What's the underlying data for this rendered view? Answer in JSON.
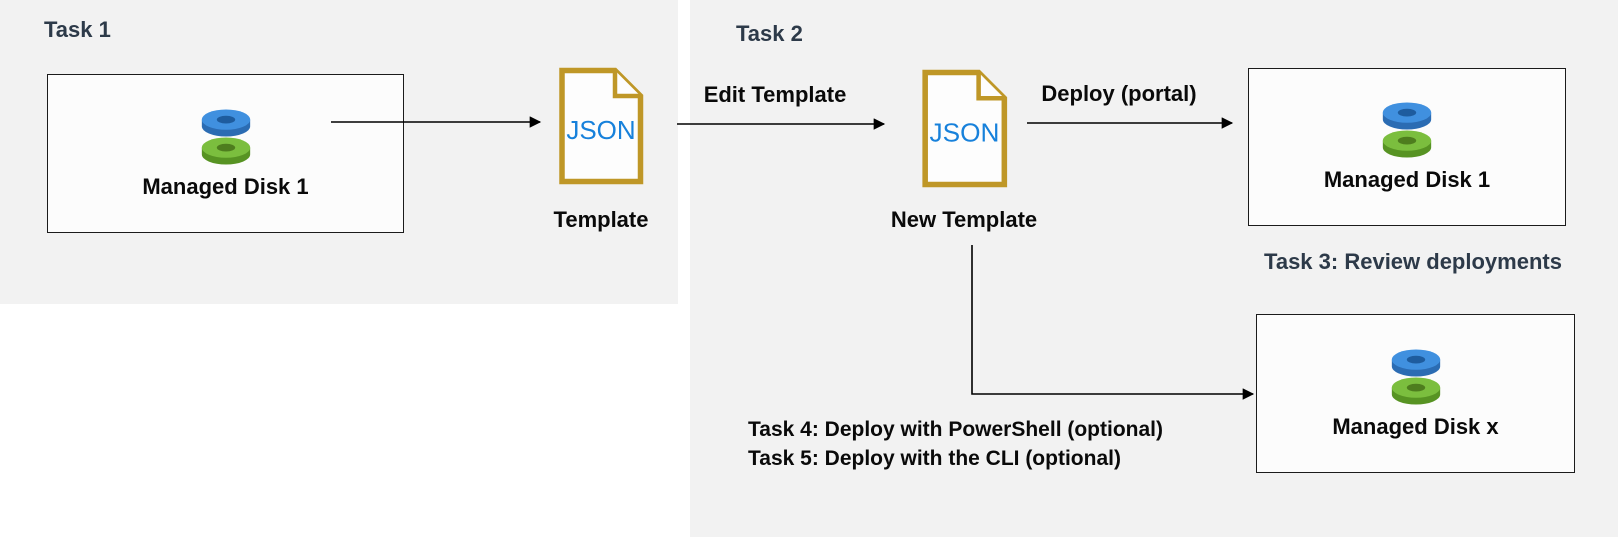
{
  "task1": {
    "title": "Task 1",
    "disk_box": {
      "label": "Managed Disk 1"
    },
    "template_file": {
      "type_text": "JSON",
      "label": "Template"
    }
  },
  "task2": {
    "title": "Task 2",
    "edit_arrow_label": "Edit Template",
    "template_file": {
      "type_text": "JSON",
      "label": "New Template"
    },
    "deploy_arrow_label": "Deploy (portal)",
    "deployed_disk_box": {
      "label": "Managed Disk 1"
    },
    "disk_x_box": {
      "label": "Managed Disk x"
    }
  },
  "annotations": {
    "task3": "Task 3: Review deployments",
    "task4": "Task 4: Deploy with PowerShell (optional)",
    "task5": "Task 5: Deploy with the CLI (optional)"
  },
  "colors": {
    "panel_bg": "#f2f2f2",
    "box_bg": "#fcfcfc",
    "box_border": "#1b1b1b",
    "heading_text": "#2d3a49",
    "label_text": "#0a0a0a",
    "arrow": "#000000",
    "json_file_border": "#bf9727",
    "json_file_fill": "#fdfdfd",
    "json_type_text": "#1781db",
    "disk_blue_top": "#4090df",
    "disk_blue_side": "#2b6cb3",
    "disk_blue_hole": "#1e5c9e",
    "disk_green_top": "#7bbe3e",
    "disk_green_side": "#579323",
    "disk_green_hole": "#4e7d1e"
  }
}
